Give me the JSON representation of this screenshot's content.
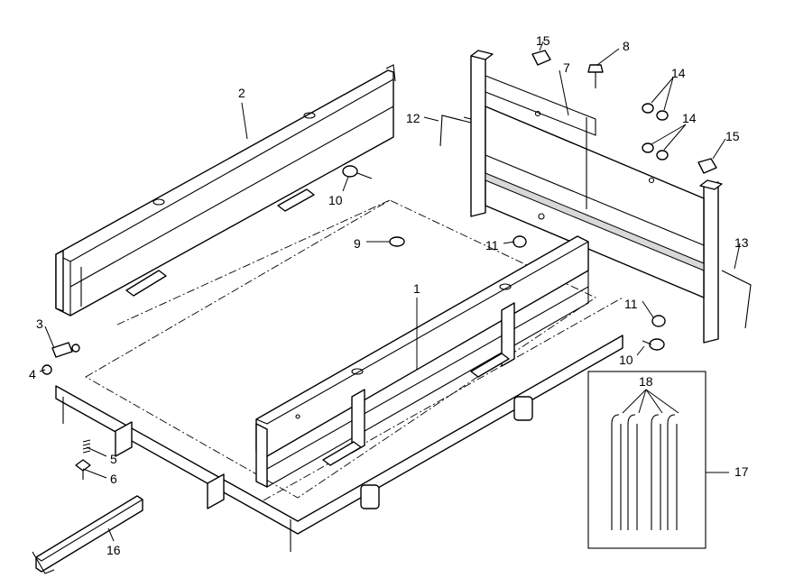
{
  "callouts": {
    "c1": "1",
    "c2": "2",
    "c3": "3",
    "c4": "4",
    "c5": "5",
    "c6": "6",
    "c7": "7",
    "c8": "8",
    "c9": "9",
    "c10a": "10",
    "c10b": "10",
    "c11a": "11",
    "c11b": "11",
    "c12": "12",
    "c13": "13",
    "c14a": "14",
    "c14b": "14",
    "c15a": "15",
    "c15b": "15",
    "c16": "16",
    "c17": "17",
    "c18": "18"
  },
  "line_color": "#000000",
  "background_color": "#ffffff"
}
